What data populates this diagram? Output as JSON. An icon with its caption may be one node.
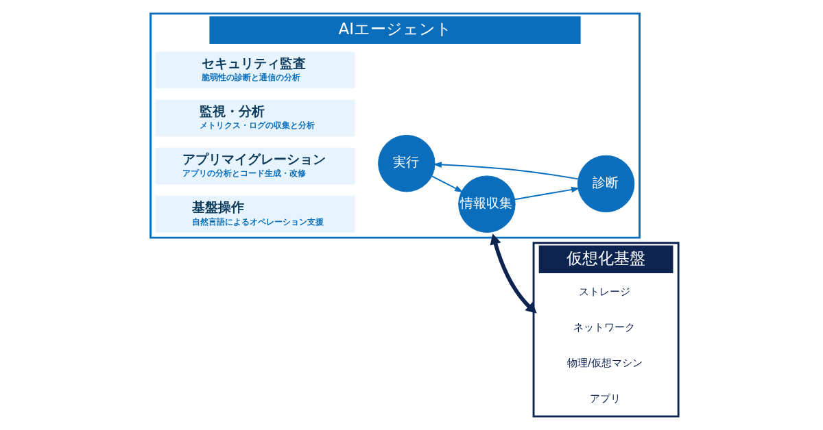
{
  "diagram": {
    "nodes": [
      {
        "text": [
          "AIエージェント"
        ]
      },
      {
        "text": [
          "基盤操作",
          "自然言語によるオペレーション支援"
        ],
        "in": 0
      },
      {
        "text": [
          "アプリマイグレーション",
          "アプリの分析とコード生成・改修"
        ],
        "in": 0
      },
      {
        "text": [
          "監視・分析",
          "メトリクス・ログの収集と分析"
        ],
        "in": 0
      },
      {
        "text": [
          "セキュリティ監査",
          "脆弱性の診断と通信の分析"
        ],
        "in": 0
      },
      {
        "text": [
          "実行"
        ],
        "in": 0
      },
      {
        "text": [
          "情報収集"
        ],
        "in": 0
      },
      {
        "text": [
          "診断"
        ],
        "in": 0
      },
      {
        "text": [
          "仮想化基盤"
        ]
      },
      {
        "text": [
          "アプリ"
        ],
        "in": 8
      },
      {
        "text": [
          "物理/仮想マシン"
        ],
        "in": 8
      },
      {
        "text": [
          "ネットワーク"
        ],
        "in": 8
      },
      {
        "text": [
          "ストレージ"
        ],
        "in": 8
      }
    ],
    "edges": [
      {
        "from": 5,
        "to": 6,
        "arrow": "to"
      },
      {
        "from": 6,
        "to": 7,
        "arrow": "to"
      },
      {
        "from": 7,
        "to": 5,
        "arrow": "to"
      },
      {
        "from": 0,
        "to": 8,
        "arrow": "both",
        "style": "thick",
        "color": "#0d2350"
      }
    ]
  }
}
